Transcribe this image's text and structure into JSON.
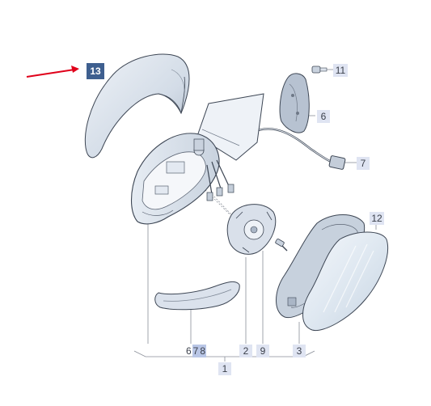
{
  "diagram": {
    "callouts": {
      "c13": "13",
      "c11": "11",
      "c6": "6",
      "c7": "7",
      "c12": "12",
      "c678_a": "6",
      "c678_b": "7",
      "c678_c": "8",
      "c2": "2",
      "c9": "9",
      "c3": "3",
      "c1": "1"
    },
    "colors": {
      "part_fill": "#dfe6ef",
      "part_stroke": "#3d4654",
      "arrow": "#e0001a",
      "highlight": "#3e5f8f",
      "callout_bg": "#dfe4f2"
    }
  }
}
